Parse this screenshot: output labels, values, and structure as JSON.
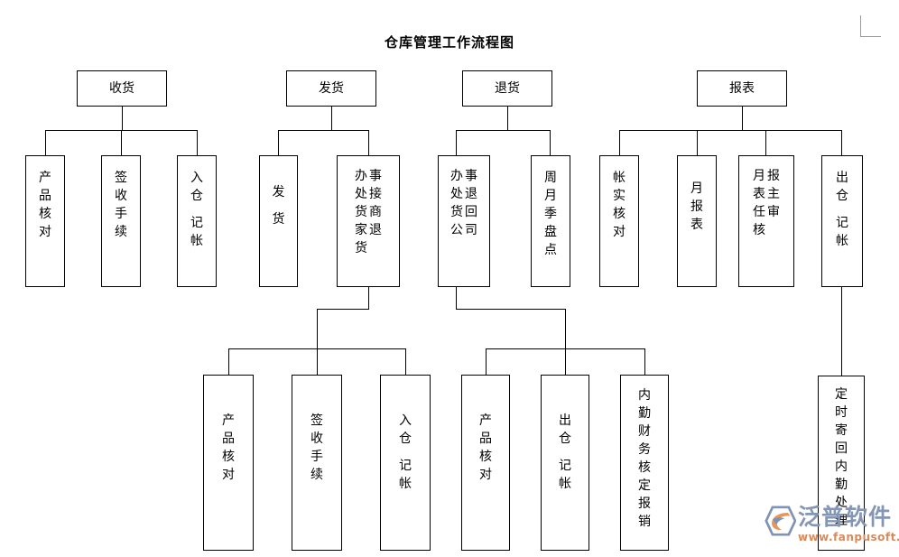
{
  "document": {
    "title": "仓库管理工作流程图"
  },
  "watermark": {
    "brand": "泛普软件",
    "url": "www.fanpusoft.com",
    "brand_color": "#8496b4",
    "url_color": "#d98a5a",
    "logo_blue": "#7f93b5",
    "logo_orange": "#e8955a"
  },
  "chart_data": {
    "type": "diagram",
    "title": "仓库管理工作流程图",
    "orientation": "top-down-tree",
    "branches": [
      {
        "id": "receiving",
        "root": "收货",
        "children": [
          "产品核对",
          "签收手续",
          "入仓 记帐"
        ]
      },
      {
        "id": "shipping",
        "root": "发货",
        "children": [
          "发 货",
          "事接商退 / 办处货家货"
        ],
        "sub_of_child_2": [
          "产品核对",
          "签收手续",
          "入仓 记帐"
        ]
      },
      {
        "id": "returns",
        "root": "退货",
        "children": [
          "事退回司 / 办处货公",
          "周月季盘点"
        ],
        "sub_of_child_1": [
          "产品核对",
          "出仓 记帐",
          "内勤财务核定报销"
        ]
      },
      {
        "id": "reports",
        "root": "报表",
        "children": [
          "帐实核对",
          "月报表",
          "报主审核 / 月表任核",
          "出仓 记帐"
        ],
        "sub_of_child_4": [
          "定时寄回内勤处理"
        ]
      }
    ]
  },
  "nodes": {
    "h_receiving": "收货",
    "h_shipping": "发货",
    "h_returns": "退货",
    "h_reports": "报表",
    "r1": [
      "产",
      "品",
      "核",
      "对"
    ],
    "r2": [
      "签",
      "收",
      "手",
      "续"
    ],
    "r3": [
      "入",
      "仓",
      "",
      "记",
      "帐"
    ],
    "s1": [
      "发",
      "",
      "货"
    ],
    "s2_right": [
      "事",
      "接",
      "商",
      "退"
    ],
    "s2_left": [
      "办",
      "处",
      "货",
      "家",
      "货"
    ],
    "t1_right": [
      "事",
      "退",
      "回",
      "司"
    ],
    "t1_left": [
      "办",
      "处",
      "货",
      "公"
    ],
    "t2": [
      "周",
      "月",
      "季",
      "盘",
      "点"
    ],
    "p1": [
      "帐",
      "实",
      "核",
      "对"
    ],
    "p2": [
      "月",
      "报",
      "表"
    ],
    "p3_right": [
      "报",
      "主",
      "审"
    ],
    "p3_left": [
      "月",
      "表",
      "任",
      "核"
    ],
    "p4": [
      "出",
      "仓",
      "",
      "记",
      "帐"
    ],
    "sl1": [
      "产",
      "品",
      "核",
      "对"
    ],
    "sl2": [
      "签",
      "收",
      "手",
      "续"
    ],
    "sl3": [
      "入",
      "仓",
      "",
      "记",
      "帐"
    ],
    "tl1": [
      "产",
      "品",
      "核",
      "对"
    ],
    "tl2": [
      "出",
      "仓",
      "",
      "记",
      "帐"
    ],
    "tl3": [
      "内",
      "勤",
      "财",
      "务",
      "核",
      "定",
      "报",
      "销"
    ],
    "pl1": [
      "定",
      "时",
      "寄",
      "回",
      "内",
      "勤",
      "处",
      "理"
    ]
  }
}
